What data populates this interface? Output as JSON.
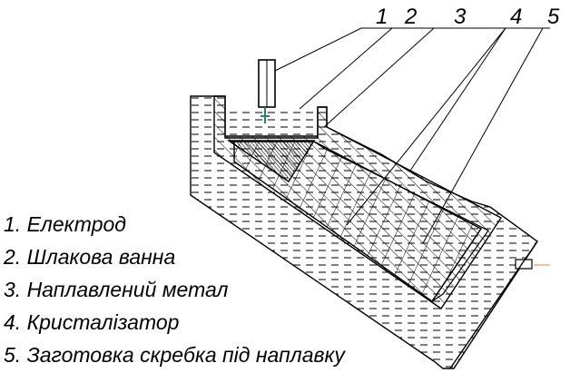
{
  "callouts": [
    "1",
    "2",
    "3",
    "4",
    "5"
  ],
  "legend": [
    "1. Електрод",
    "2. Шлакова ванна",
    "3. Наплавлений метал",
    "4. Кристалізатор",
    "5. Заготовка скребка під наплавку"
  ]
}
